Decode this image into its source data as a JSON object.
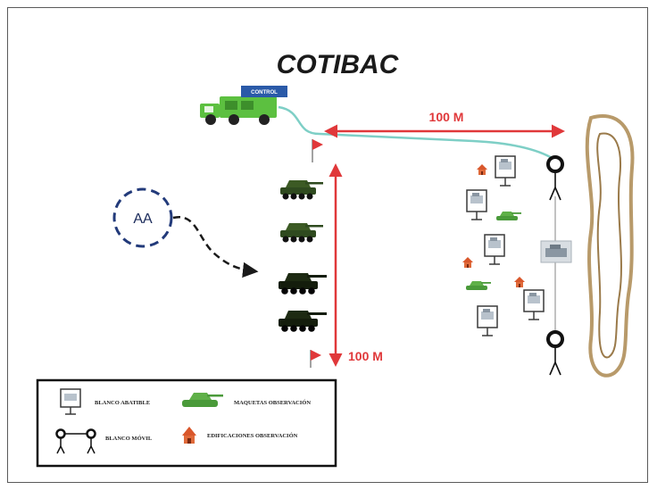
{
  "title": "COTIBAC",
  "control_label": "CONTROL",
  "aa_label": "AA",
  "distance_horizontal": "100 M",
  "distance_vertical": "100 M",
  "legend": {
    "blanco_abatible": "BLANCO ABATIBLE",
    "maquetas_observacion": "MAQUETAS OBSERVACIÓN",
    "blanco_movil": "BLANCO MÓVIL",
    "edificaciones_observacion": "EDIFICACIONES OBSERVACIÓN"
  },
  "colors": {
    "distance_arrow": "#e0383a",
    "truck": "#5cc040",
    "control_box": "#2a5aa8",
    "cable": "#7ecfc6",
    "aa_circle": "#223a7a",
    "tank_dark": "#1a2a10",
    "tank_light": "#5a9a3a",
    "terrain": "#b89a6a"
  }
}
